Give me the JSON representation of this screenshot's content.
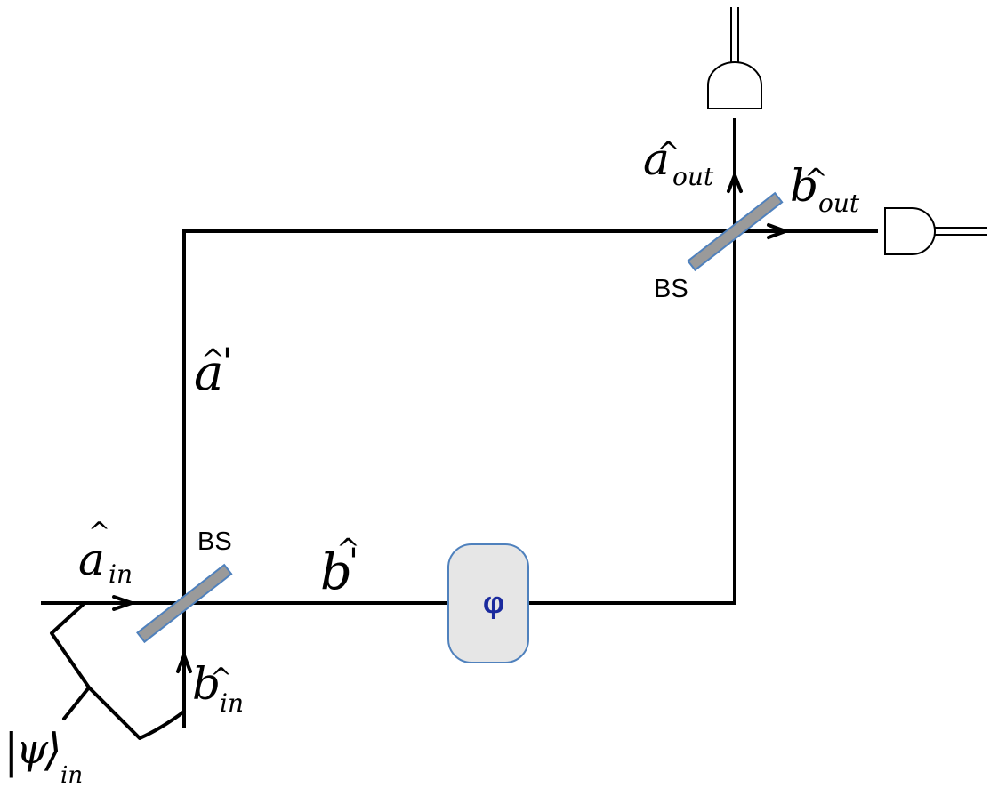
{
  "diagram": {
    "labels": {
      "a_in": {
        "symbol": "a",
        "hat": "^",
        "sub": "in"
      },
      "b_in": {
        "symbol": "b",
        "hat": "^",
        "sub": "in"
      },
      "a_prime": {
        "symbol": "a",
        "hat": "^",
        "prime": "'"
      },
      "b_prime": {
        "symbol": "b",
        "hat": "^",
        "prime": "'"
      },
      "a_out": {
        "symbol": "a",
        "hat": "^",
        "sub": "out"
      },
      "b_out": {
        "symbol": "b",
        "hat": "^",
        "sub": "out"
      },
      "psi_in": {
        "bar": "|",
        "symbol": "ψ",
        "angle": "⟩",
        "sub": "in"
      }
    },
    "beam_splitters": [
      {
        "label": "BS"
      },
      {
        "label": "BS"
      }
    ],
    "phase_shifter": {
      "label": "φ"
    },
    "colors": {
      "line": "#000000",
      "beam_splitter_fill": "#9a9a9a",
      "beam_splitter_edge": "#4f81bd",
      "phase_fill": "#e6e6e6",
      "phase_edge": "#4f81bd",
      "phase_text": "#1a2a9e",
      "detector_fill": "#ffffff"
    }
  }
}
